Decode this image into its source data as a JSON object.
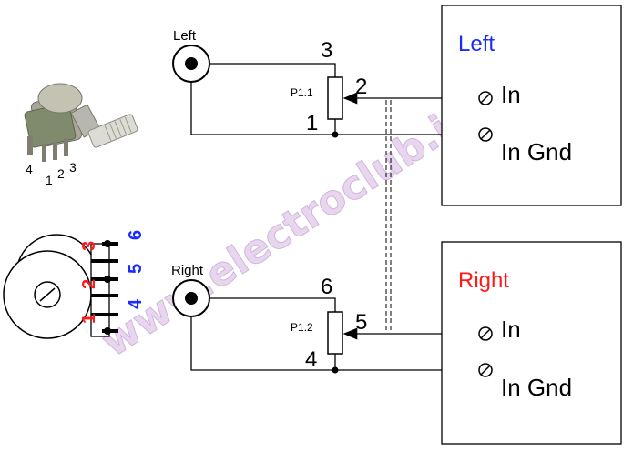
{
  "inputs": {
    "left": {
      "jack_label": "Left",
      "box_title": "Left",
      "title_color": "#1a2bff"
    },
    "right": {
      "jack_label": "Right",
      "box_title": "Right",
      "title_color": "#ff1a1a"
    }
  },
  "terminals": {
    "in": "In",
    "in_gnd": "In Gnd"
  },
  "pot_left": {
    "name": "P1.1",
    "pin_top": "3",
    "pin_wiper": "2",
    "pin_bottom": "1"
  },
  "pot_right": {
    "name": "P1.2",
    "pin_top": "6",
    "pin_wiper": "5",
    "pin_bottom": "4"
  },
  "photo_pins": {
    "p4": "4",
    "p1": "1",
    "p2": "2",
    "p3": "3"
  },
  "footprint_pins": {
    "red": [
      "3",
      "2",
      "1"
    ],
    "blue": [
      "6",
      "5",
      "4"
    ],
    "red_color": "#ff1a1a",
    "blue_color": "#1a2bff"
  },
  "watermark": "www.electroclub.info"
}
